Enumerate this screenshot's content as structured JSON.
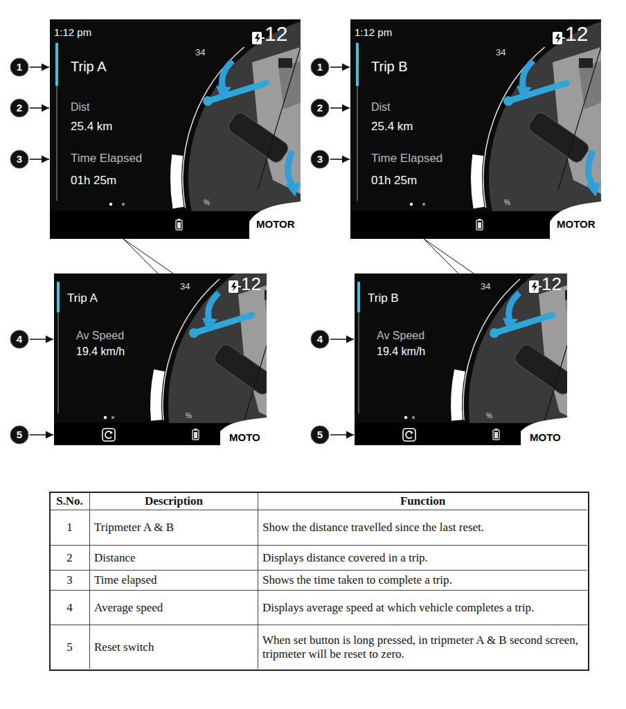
{
  "diagram": {
    "nodes": [
      {
        "text": [
          "1:12 pm",
          "34",
          "12",
          "Trip A",
          "Dist",
          "25.4 km",
          "Time Elapsed",
          "01h 25m",
          "%",
          "MOTOR"
        ]
      },
      {
        "text": [
          "1:12 pm",
          "34",
          "12",
          "Trip B",
          "Dist",
          "25.4 km",
          "Time Elapsed",
          "01h 25m",
          "%",
          "MOTOR"
        ]
      },
      {
        "text": [
          "Trip A",
          "34",
          "12",
          "Av Speed",
          "19.4 km/h",
          "%",
          "MOTO"
        ]
      },
      {
        "text": [
          "Trip B",
          "34",
          "12",
          "Av Speed",
          "19.4 km/h",
          "%",
          "MOTO"
        ]
      },
      {
        "text": [
          "1"
        ]
      },
      {
        "text": [
          "2"
        ]
      },
      {
        "text": [
          "3"
        ]
      },
      {
        "text": [
          "1"
        ]
      },
      {
        "text": [
          "2"
        ]
      },
      {
        "text": [
          "3"
        ]
      },
      {
        "text": [
          "4"
        ]
      },
      {
        "text": [
          "5"
        ]
      },
      {
        "text": [
          "4"
        ]
      },
      {
        "text": [
          "5"
        ]
      }
    ],
    "edges": [
      {
        "from": 4,
        "to": 0,
        "arrow": "to"
      },
      {
        "from": 5,
        "to": 0,
        "arrow": "to"
      },
      {
        "from": 6,
        "to": 0,
        "arrow": "to"
      },
      {
        "from": 7,
        "to": 1,
        "arrow": "to"
      },
      {
        "from": 8,
        "to": 1,
        "arrow": "to"
      },
      {
        "from": 9,
        "to": 1,
        "arrow": "to"
      },
      {
        "from": 10,
        "to": 2,
        "arrow": "to"
      },
      {
        "from": 11,
        "to": 2,
        "arrow": "to"
      },
      {
        "from": 12,
        "to": 3,
        "arrow": "to"
      },
      {
        "from": 13,
        "to": 3,
        "arrow": "to"
      },
      {
        "from": 0,
        "to": 2,
        "arrow": "none"
      },
      {
        "from": 1,
        "to": 3,
        "arrow": "none"
      }
    ],
    "labels": [
      "S.No.",
      "Description",
      "Function",
      "1",
      "Tripmeter A & B",
      "Show the distance travelled since the last reset.",
      "2",
      "Distance",
      "Displays distance covered in a trip.",
      "3",
      "Time elapsed",
      "Shows the time taken to complete a trip.",
      "4",
      "Average speed",
      "Displays average speed at which vehicle completes a trip.",
      "5",
      "Reset switch",
      "When set button is long pressed, in tripmeter A & B second screen, tripmeter will be reset to zero."
    ]
  }
}
